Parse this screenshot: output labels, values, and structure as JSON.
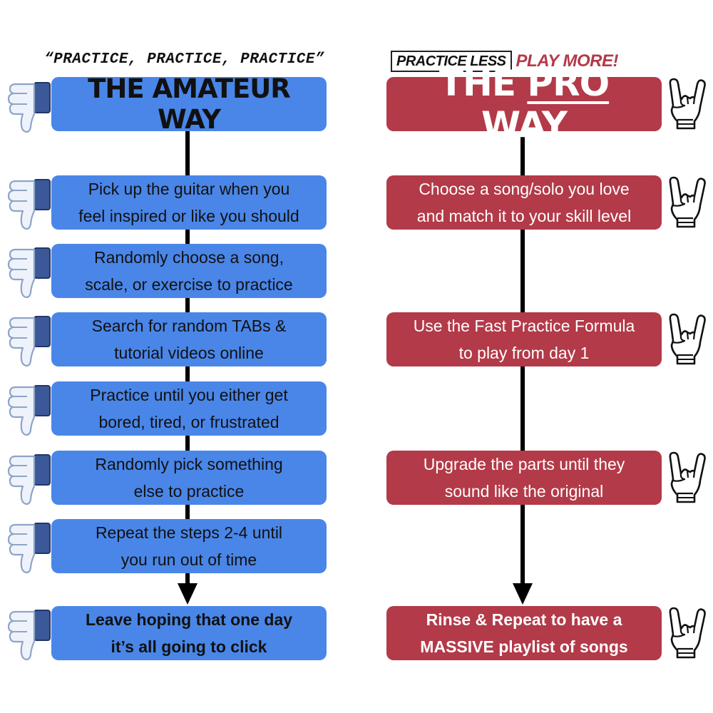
{
  "left": {
    "tagline": "“PRACTICE, PRACTICE, PRACTICE”",
    "title": "THE AMATEUR WAY",
    "steps": [
      {
        "line1": "Pick up the guitar when you",
        "line2": "feel inspired or like you should"
      },
      {
        "line1": "Randomly choose a song,",
        "line2": "scale, or exercise to practice"
      },
      {
        "line1": "Search for random TABs &",
        "line2": "tutorial videos online"
      },
      {
        "line1": "Practice until you either get",
        "line2": "bored, tired, or frustrated"
      },
      {
        "line1": "Randomly pick something",
        "line2": "else to practice"
      },
      {
        "line1": "Repeat the steps 2-4 until",
        "line2": "you run out of time"
      },
      {
        "line1": "Leave hoping that one day",
        "line2": "it’s all going to click"
      }
    ],
    "icon": "thumbs-down-icon",
    "color": "#4a86e8"
  },
  "right": {
    "tagline_boxed": "PRACTICE LESS",
    "tagline_red": "PLAY MORE!",
    "title_pre": "THE ",
    "title_underlined": "PRO",
    "title_post": " WAY",
    "steps": [
      {
        "line1": "Choose a song/solo you love",
        "line2": "and match it to your skill level"
      },
      {
        "line1": "Use the Fast Practice Formula",
        "line2": "to play from day 1"
      },
      {
        "line1": "Upgrade the parts until they",
        "line2": "sound like the original"
      },
      {
        "line1": "Rinse & Repeat to have a",
        "line2_bold": "MASSIVE",
        "line2_rest": " playlist of songs"
      }
    ],
    "icon": "rock-hand-icon",
    "color": "#b33a48"
  }
}
